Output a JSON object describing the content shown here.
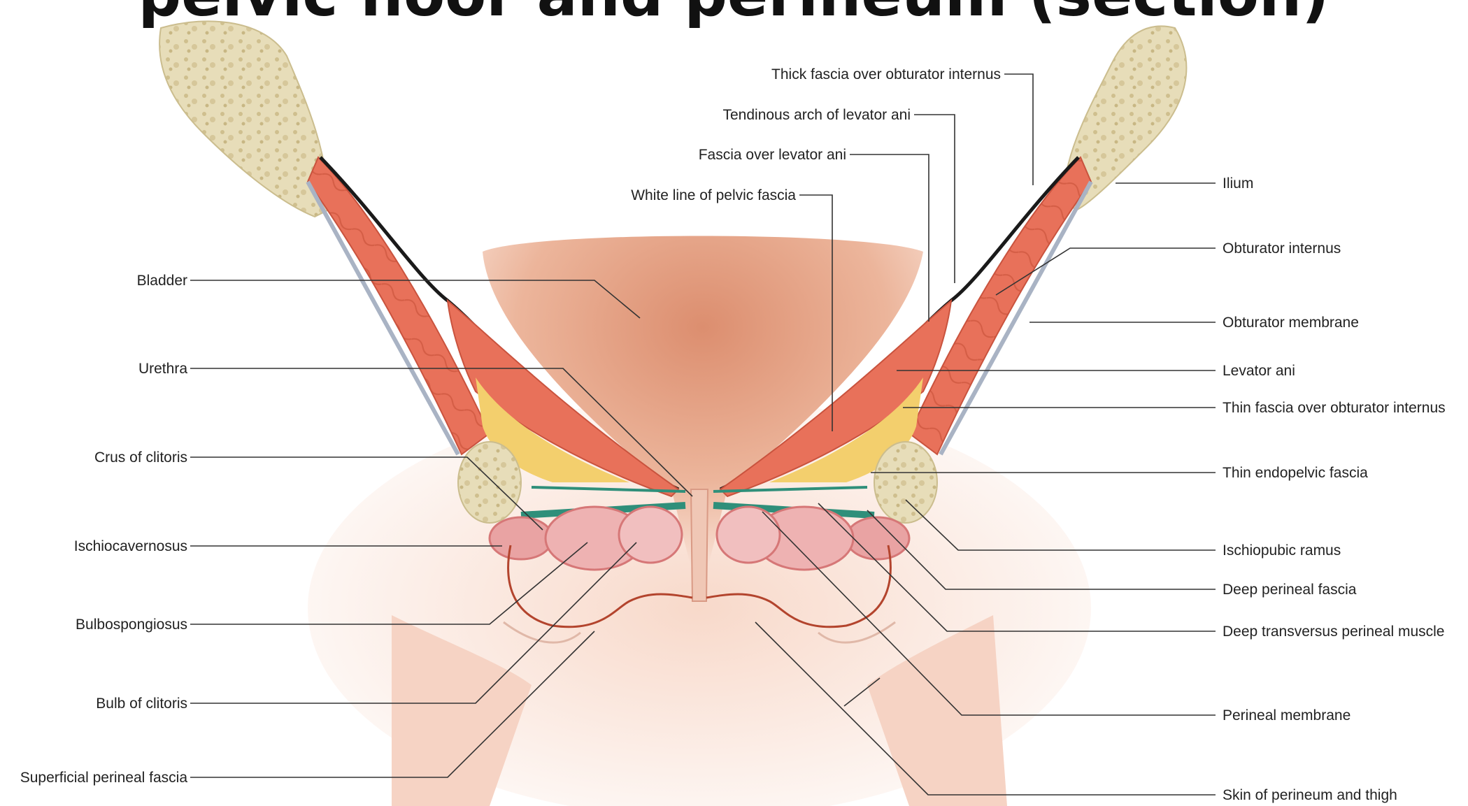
{
  "heading_fragment": "pelvic floor and perineum (section)",
  "labels_left": [
    {
      "key": "bladder",
      "text": "Bladder"
    },
    {
      "key": "urethra",
      "text": "Urethra"
    },
    {
      "key": "crus",
      "text": "Crus of clitoris"
    },
    {
      "key": "ischiocavernosus",
      "text": "Ischiocavernosus"
    },
    {
      "key": "bulbospongiosus",
      "text": "Bulbospongiosus"
    },
    {
      "key": "bulb",
      "text": "Bulb of clitoris"
    },
    {
      "key": "superficial_fascia",
      "text": "Superficial perineal fascia"
    }
  ],
  "labels_top": [
    {
      "key": "thick_fascia",
      "text": "Thick fascia over obturator internus"
    },
    {
      "key": "tendinous_arch",
      "text": "Tendinous arch of levator ani"
    },
    {
      "key": "fascia_levator",
      "text": "Fascia over levator ani"
    },
    {
      "key": "white_line",
      "text": "White line of pelvic fascia"
    }
  ],
  "labels_right": [
    {
      "key": "ilium",
      "text": "Ilium"
    },
    {
      "key": "obturator_internus",
      "text": "Obturator internus"
    },
    {
      "key": "obturator_membrane",
      "text": "Obturator membrane"
    },
    {
      "key": "levator_ani",
      "text": "Levator ani"
    },
    {
      "key": "thin_fascia_oi",
      "text": "Thin fascia over obturator internus"
    },
    {
      "key": "thin_endopelvic",
      "text": "Thin endopelvic fascia"
    },
    {
      "key": "ischiopubic",
      "text": "Ischiopubic ramus"
    },
    {
      "key": "deep_fascia",
      "text": "Deep perineal fascia"
    },
    {
      "key": "deep_transversus",
      "text": "Deep transversus perineal muscle"
    },
    {
      "key": "perineal_membrane",
      "text": "Perineal membrane"
    },
    {
      "key": "skin",
      "text": "Skin of perineum and thigh"
    }
  ],
  "colors": {
    "muscle": "#e8715a",
    "muscle_dark": "#c9533e",
    "bone": "#e6dcb8",
    "bone_edge": "#cbbd8e",
    "fat": "#f3cf6d",
    "fascia_green": "#2f8f7a",
    "skin": "#f6d2c2",
    "bladder": "#e5a083",
    "erectile": "#e9a3a3",
    "line": "#333333"
  }
}
